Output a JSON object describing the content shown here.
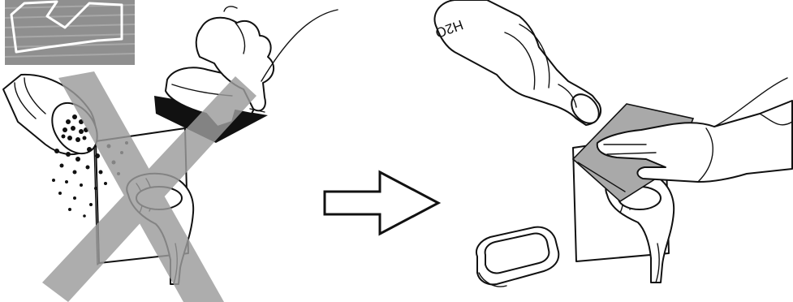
{
  "diagram": {
    "left_panel": {
      "meaning": "incorrect",
      "inset_icon": "scouring-pad-icon",
      "can_label": "",
      "cross_color": "#9a9a9a"
    },
    "right_panel": {
      "meaning": "correct",
      "bottle_label": "H2O"
    },
    "arrow_icon": "arrow-right-icon"
  }
}
